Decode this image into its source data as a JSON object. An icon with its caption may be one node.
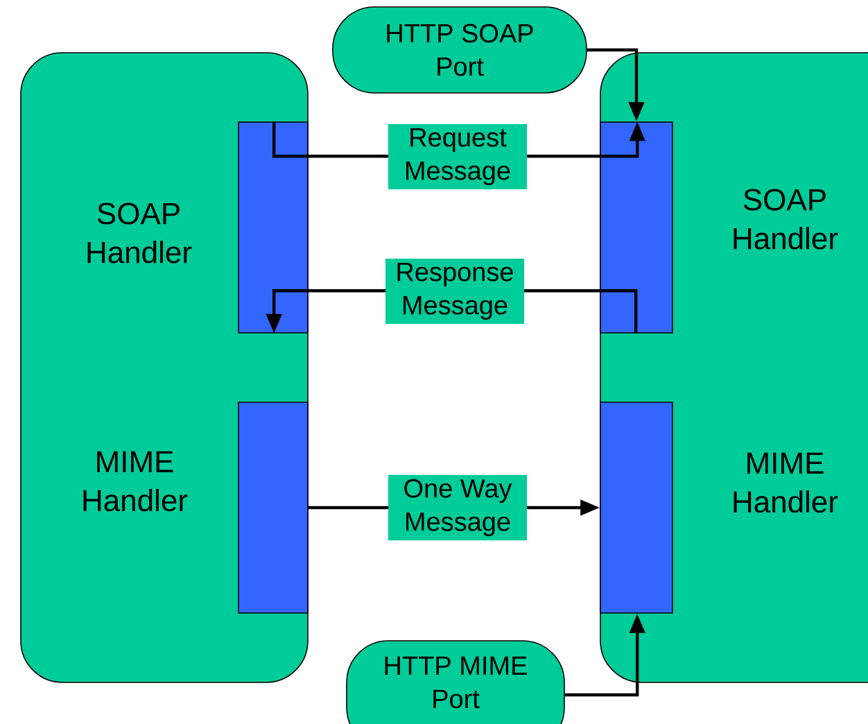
{
  "diagram": {
    "nodes": [
      {
        "text": [
          "SOAP Handler",
          "MIME Handler"
        ]
      },
      {
        "text": [],
        "shape": "box",
        "in": 0
      },
      {
        "text": [],
        "shape": "box",
        "in": 0
      },
      {
        "text": [
          "HTTP SOAP Port"
        ]
      },
      {
        "text": [
          "SOAP Handler",
          "MIME Handler"
        ]
      },
      {
        "text": [],
        "shape": "box",
        "in": 4
      },
      {
        "text": [],
        "shape": "box",
        "in": 4
      },
      {
        "text": [
          "HTTP MIME Port"
        ]
      }
    ],
    "edges": [
      {
        "from": 3,
        "to": 5,
        "arrow": "to"
      },
      {
        "from": 1,
        "to": 5,
        "arrow": "to",
        "label": "Request Message"
      },
      {
        "from": 5,
        "to": 1,
        "arrow": "to",
        "label": "Response Message"
      },
      {
        "from": 2,
        "to": 6,
        "arrow": "to",
        "label": "One Way Message"
      },
      {
        "from": 7,
        "to": 6,
        "arrow": "to"
      }
    ]
  }
}
